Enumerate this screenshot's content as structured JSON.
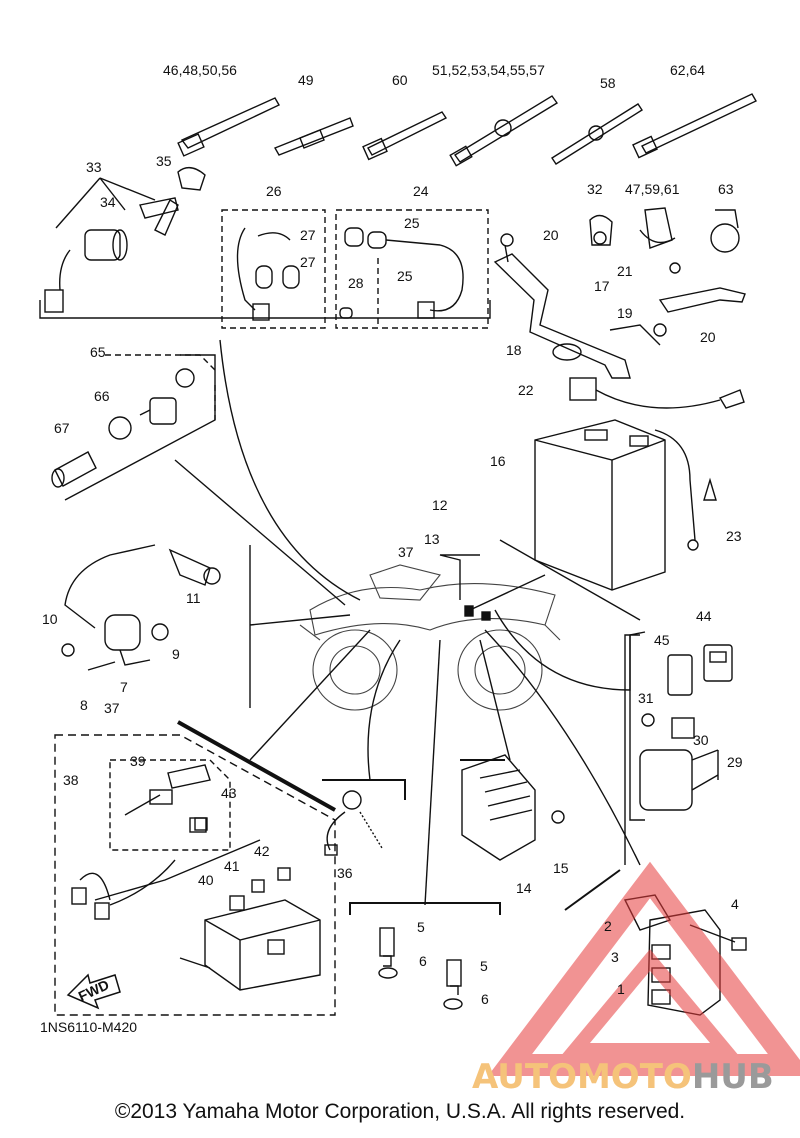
{
  "diagram_code": "1NS6110-M420",
  "fwd_label": "FWD",
  "copyright": "©2013 Yamaha Motor Corporation, U.S.A. All rights reserved.",
  "watermark": {
    "part1": "AUTOMOTO",
    "part2": "HUB",
    "color1": "#f5c37a",
    "color2": "#9a9a9a",
    "triangle_color": "#e63b3b"
  },
  "labels": {
    "p46_48_50_56": "46,48,50,56",
    "p49": "49",
    "p60": "60",
    "p51_57": "51,52,53,54,55,57",
    "p58": "58",
    "p62_64": "62,64",
    "p33": "33",
    "p34": "34",
    "p35": "35",
    "p26": "26",
    "p27a": "27",
    "p27b": "27",
    "p24": "24",
    "p25a": "25",
    "p25b": "25",
    "p28": "28",
    "p32": "32",
    "p47_59_61": "47,59,61",
    "p63": "63",
    "p20a": "20",
    "p21": "21",
    "p17": "17",
    "p19": "19",
    "p20b": "20",
    "p18": "18",
    "p65": "65",
    "p66": "66",
    "p67": "67",
    "p22": "22",
    "p16": "16",
    "p23": "23",
    "p12": "12",
    "p13": "13",
    "p37a": "37",
    "p11": "11",
    "p10": "10",
    "p9": "9",
    "p7": "7",
    "p8": "8",
    "p44": "44",
    "p45": "45",
    "p31": "31",
    "p30": "30",
    "p29": "29",
    "p37b": "37",
    "p38": "38",
    "p39": "39",
    "p43": "43",
    "p42": "42",
    "p41": "41",
    "p40": "40",
    "p36": "36",
    "p14": "14",
    "p15": "15",
    "p5a": "5",
    "p6a": "6",
    "p5b": "5",
    "p6b": "6",
    "p4": "4",
    "p2": "2",
    "p3": "3",
    "p1": "1"
  }
}
